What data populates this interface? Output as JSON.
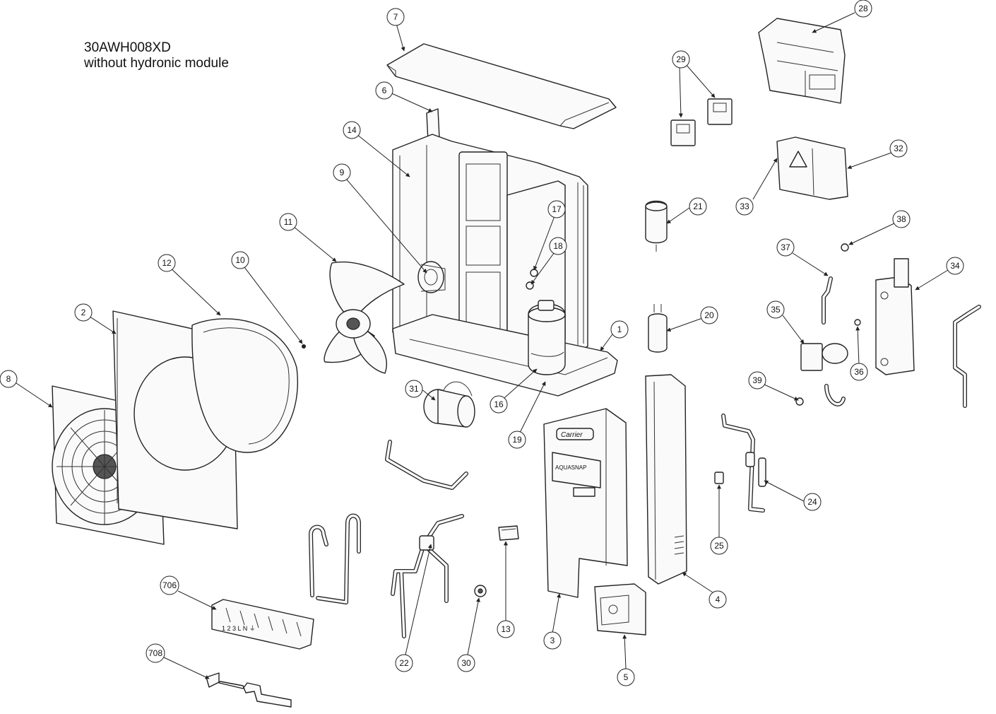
{
  "title": {
    "model": "30AWH008XD",
    "subtitle": "without hydronic module"
  },
  "callouts": [
    "1",
    "2",
    "3",
    "4",
    "5",
    "6",
    "7",
    "8",
    "9",
    "10",
    "11",
    "12",
    "13",
    "14",
    "16",
    "17",
    "18",
    "19",
    "20",
    "21",
    "22",
    "24",
    "25",
    "28",
    "29",
    "30",
    "31",
    "32",
    "33",
    "34",
    "35",
    "36",
    "37",
    "38",
    "39",
    "706",
    "708"
  ],
  "panel_labels": {
    "brand": "Carrier",
    "product": "AQUASNAP",
    "terminal_block": "1 2 3 L N ⏚"
  }
}
